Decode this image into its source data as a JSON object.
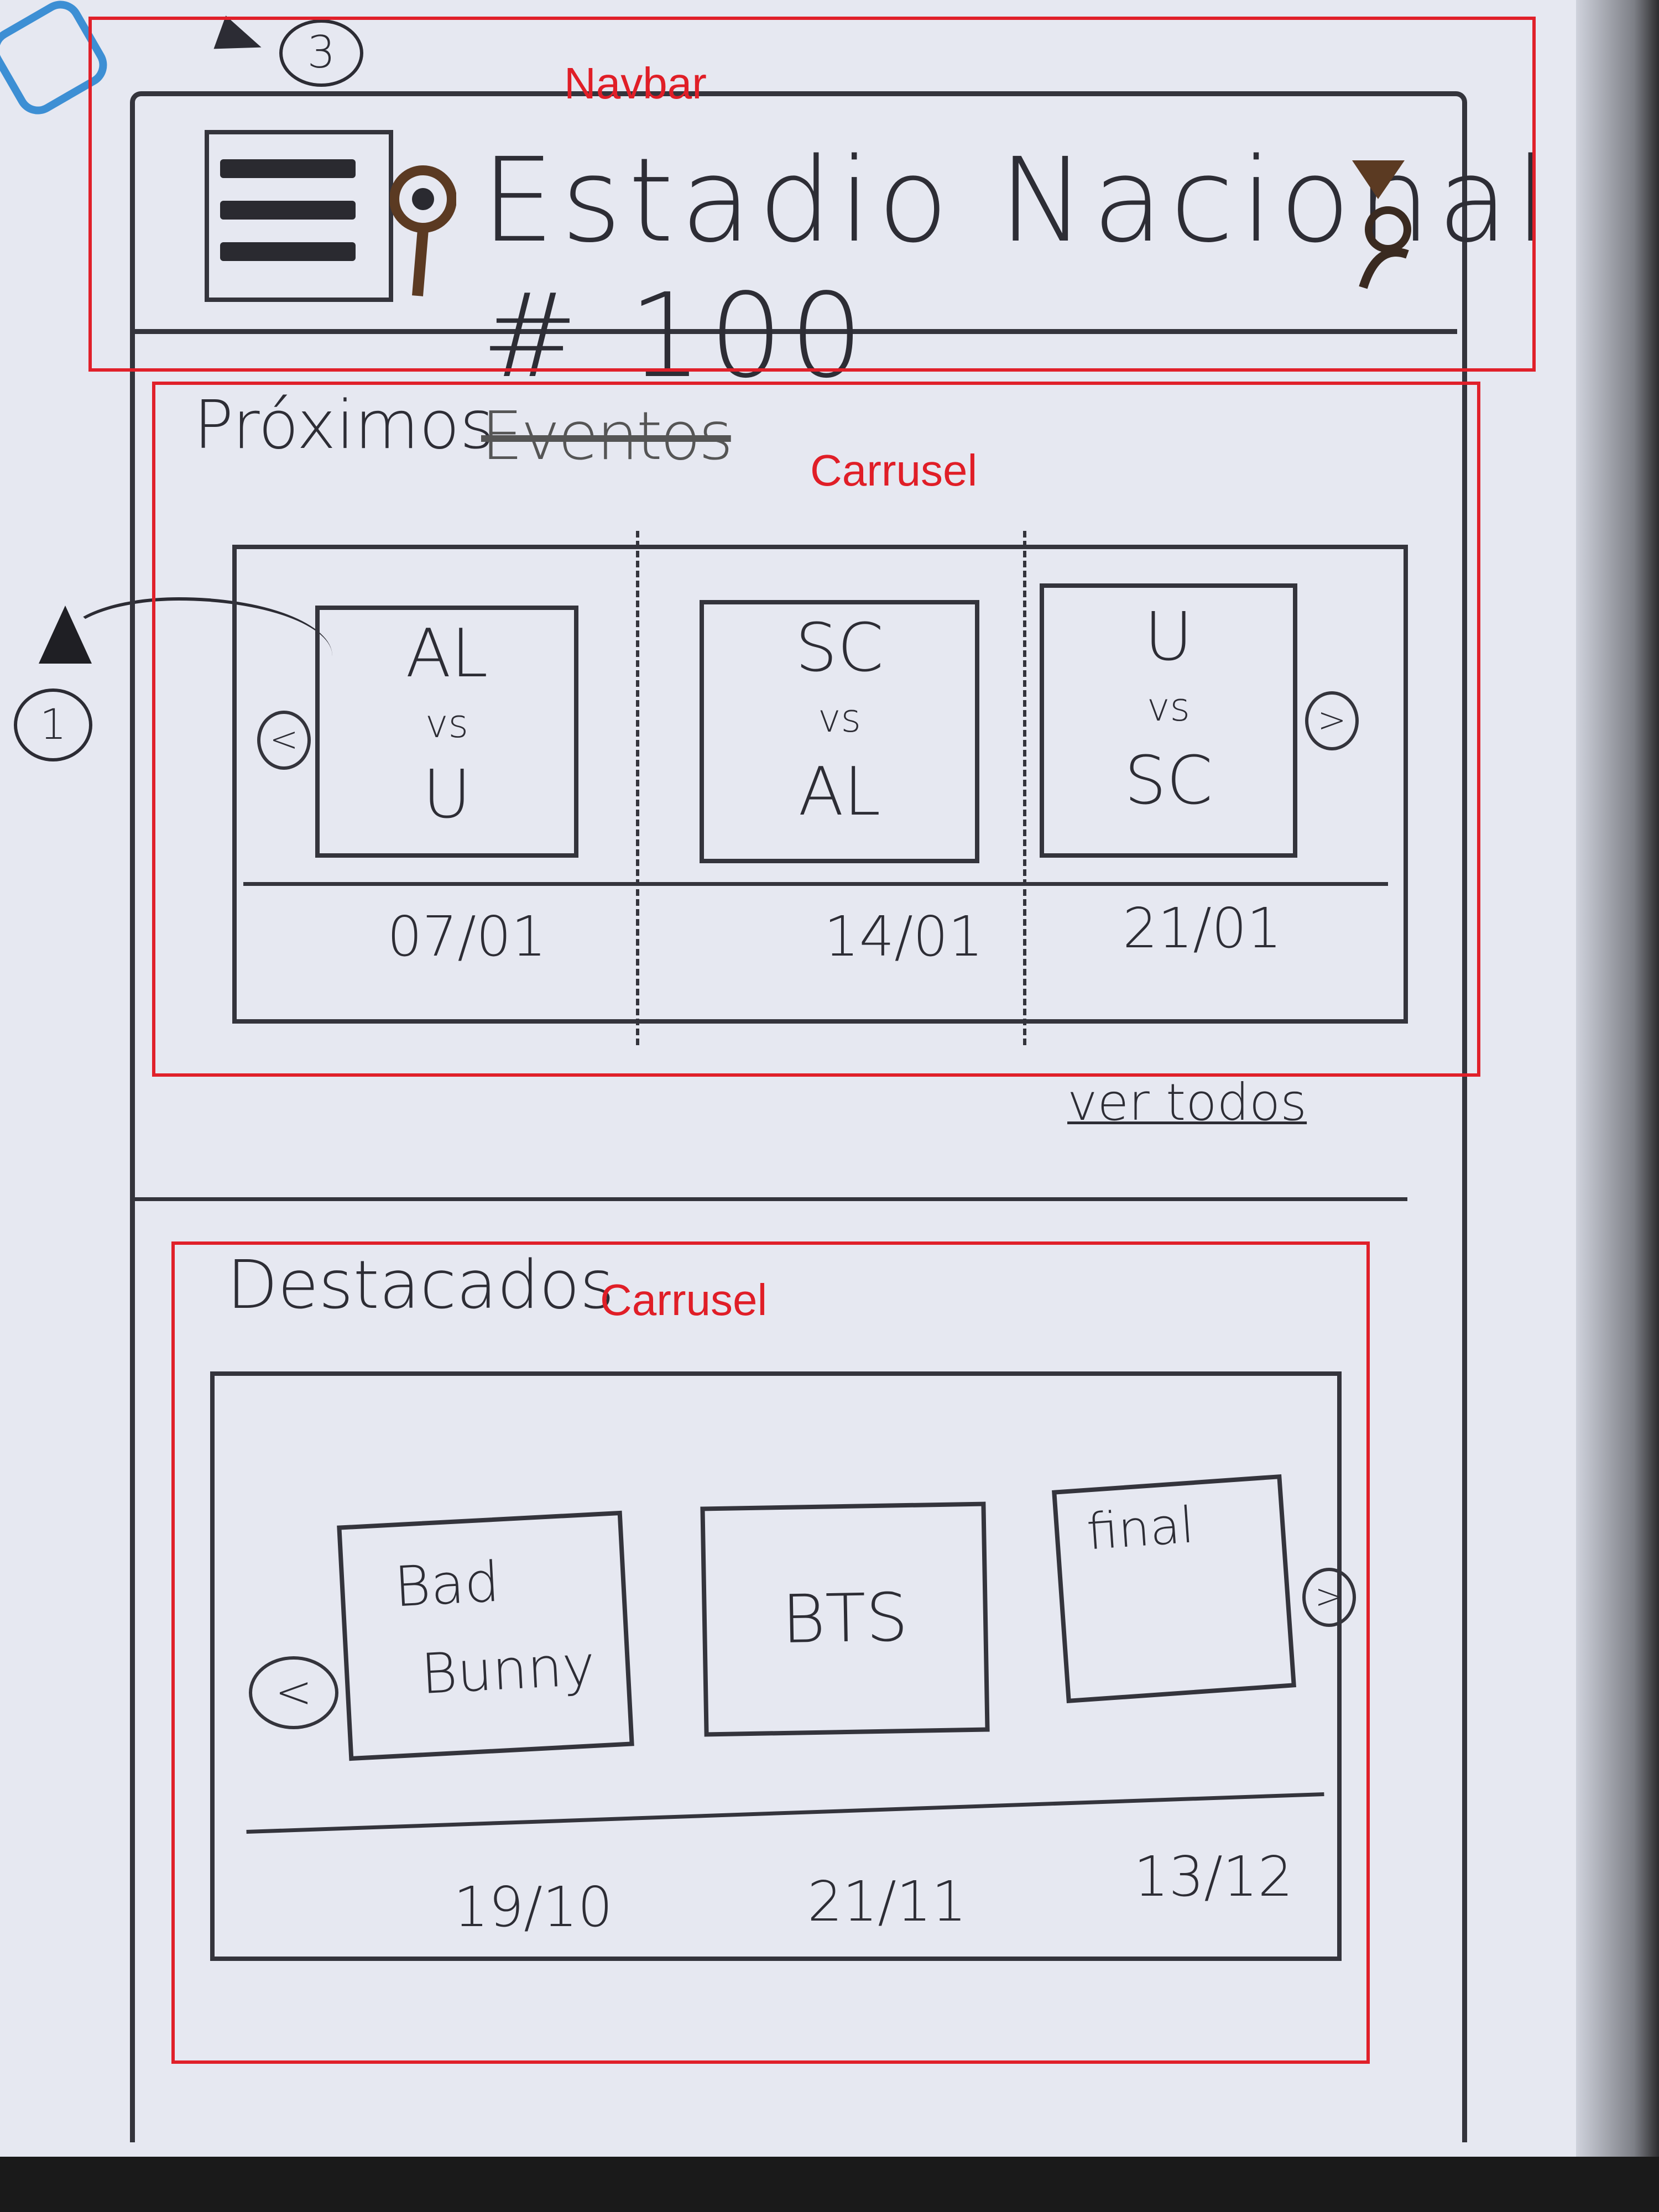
{
  "navbar": {
    "title": "Estadio Nacional # 100",
    "hamburger_icon": "menu-icon",
    "pin_icon": "location-pin-icon",
    "dropdown_icon": "caret-down-icon",
    "avatar_icon": "user-avatar-icon"
  },
  "annotations": {
    "three": "3",
    "one": "1",
    "navbar_label": "Navbar",
    "carousel1_label": "Carrusel",
    "carousel2_label": "Carrusel"
  },
  "proximos": {
    "title": "Próximos",
    "strike_text": "Eventos",
    "prev": "<",
    "next": ">",
    "cards": [
      {
        "top": "AL",
        "vs": "vs",
        "bottom": "U",
        "date": "07/01"
      },
      {
        "top": "SC",
        "vs": "vs",
        "bottom": "AL",
        "date": "14/01"
      },
      {
        "top": "U",
        "vs": "vs",
        "bottom": "SC",
        "date": "21/01"
      }
    ],
    "ver_todos": "ver todos"
  },
  "destacados": {
    "title": "Destacados",
    "prev": "<",
    "next": ">",
    "cards": [
      {
        "line1": "Bad",
        "line2": "Bunny",
        "date": "19/10"
      },
      {
        "line1": "BTS",
        "line2": "",
        "date": "21/11"
      },
      {
        "line1": "final",
        "line2": "",
        "date": "13/12"
      }
    ]
  },
  "colors": {
    "annotation_red": "#e0202a",
    "pen_blue": "#3d8fd4",
    "ink": "#2b2b33",
    "paper": "#e6e8f1"
  }
}
